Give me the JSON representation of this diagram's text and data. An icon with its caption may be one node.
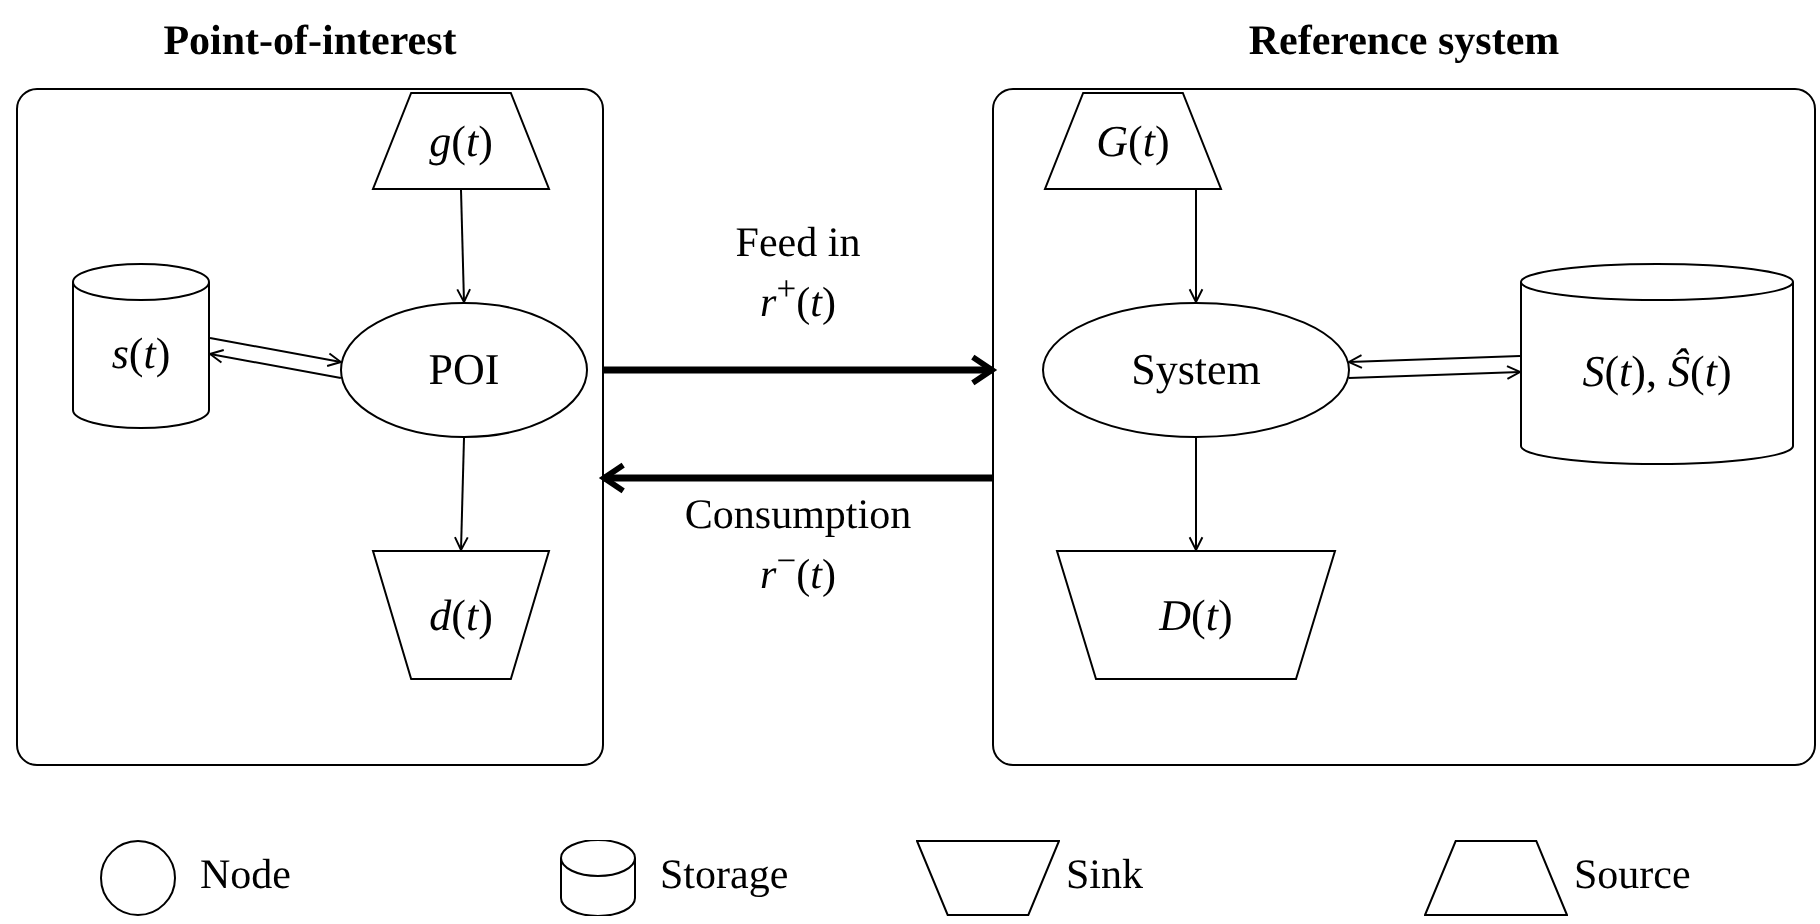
{
  "diagram": {
    "nodes": [
      {
        "text": [
          "Point-of-interest"
        ]
      },
      {
        "text": [
          "*g*(*t*)"
        ],
        "in": 0
      },
      {
        "text": [
          "*s*(*t*)"
        ],
        "in": 0
      },
      {
        "text": [
          "POI"
        ],
        "in": 0
      },
      {
        "text": [
          "*d*(*t*)"
        ],
        "in": 0
      },
      {
        "text": [
          "Reference system"
        ]
      },
      {
        "text": [
          "*G*(*t*)"
        ],
        "in": 5
      },
      {
        "text": [
          "System"
        ],
        "in": 5
      },
      {
        "text": [
          "*S*(*t*), *Ŝ*(*t*)"
        ],
        "in": 5
      },
      {
        "text": [
          "*D*(*t*)"
        ],
        "in": 5
      }
    ],
    "edges": [
      {
        "from": 1,
        "to": 3,
        "arrow": "to"
      },
      {
        "from": 2,
        "to": 3,
        "arrow": "to"
      },
      {
        "from": 3,
        "to": 2,
        "arrow": "to"
      },
      {
        "from": 3,
        "to": 4,
        "arrow": "to"
      },
      {
        "from": 0,
        "to": 5,
        "arrow": "to",
        "style": "thick",
        "label": "Feed in *r*$^{+}$(*t*)"
      },
      {
        "from": 5,
        "to": 0,
        "arrow": "to",
        "style": "thick",
        "label": "Consumption *r*$^{−}$(*t*)"
      },
      {
        "from": 6,
        "to": 7,
        "arrow": "to"
      },
      {
        "from": 8,
        "to": 7,
        "arrow": "to"
      },
      {
        "from": 7,
        "to": 8,
        "arrow": "to"
      },
      {
        "from": 7,
        "to": 9,
        "arrow": "to"
      }
    ],
    "legend": [
      {
        "text": "Node"
      },
      {
        "text": "Storage"
      },
      {
        "text": "Sink"
      },
      {
        "text": "Source"
      }
    ]
  }
}
